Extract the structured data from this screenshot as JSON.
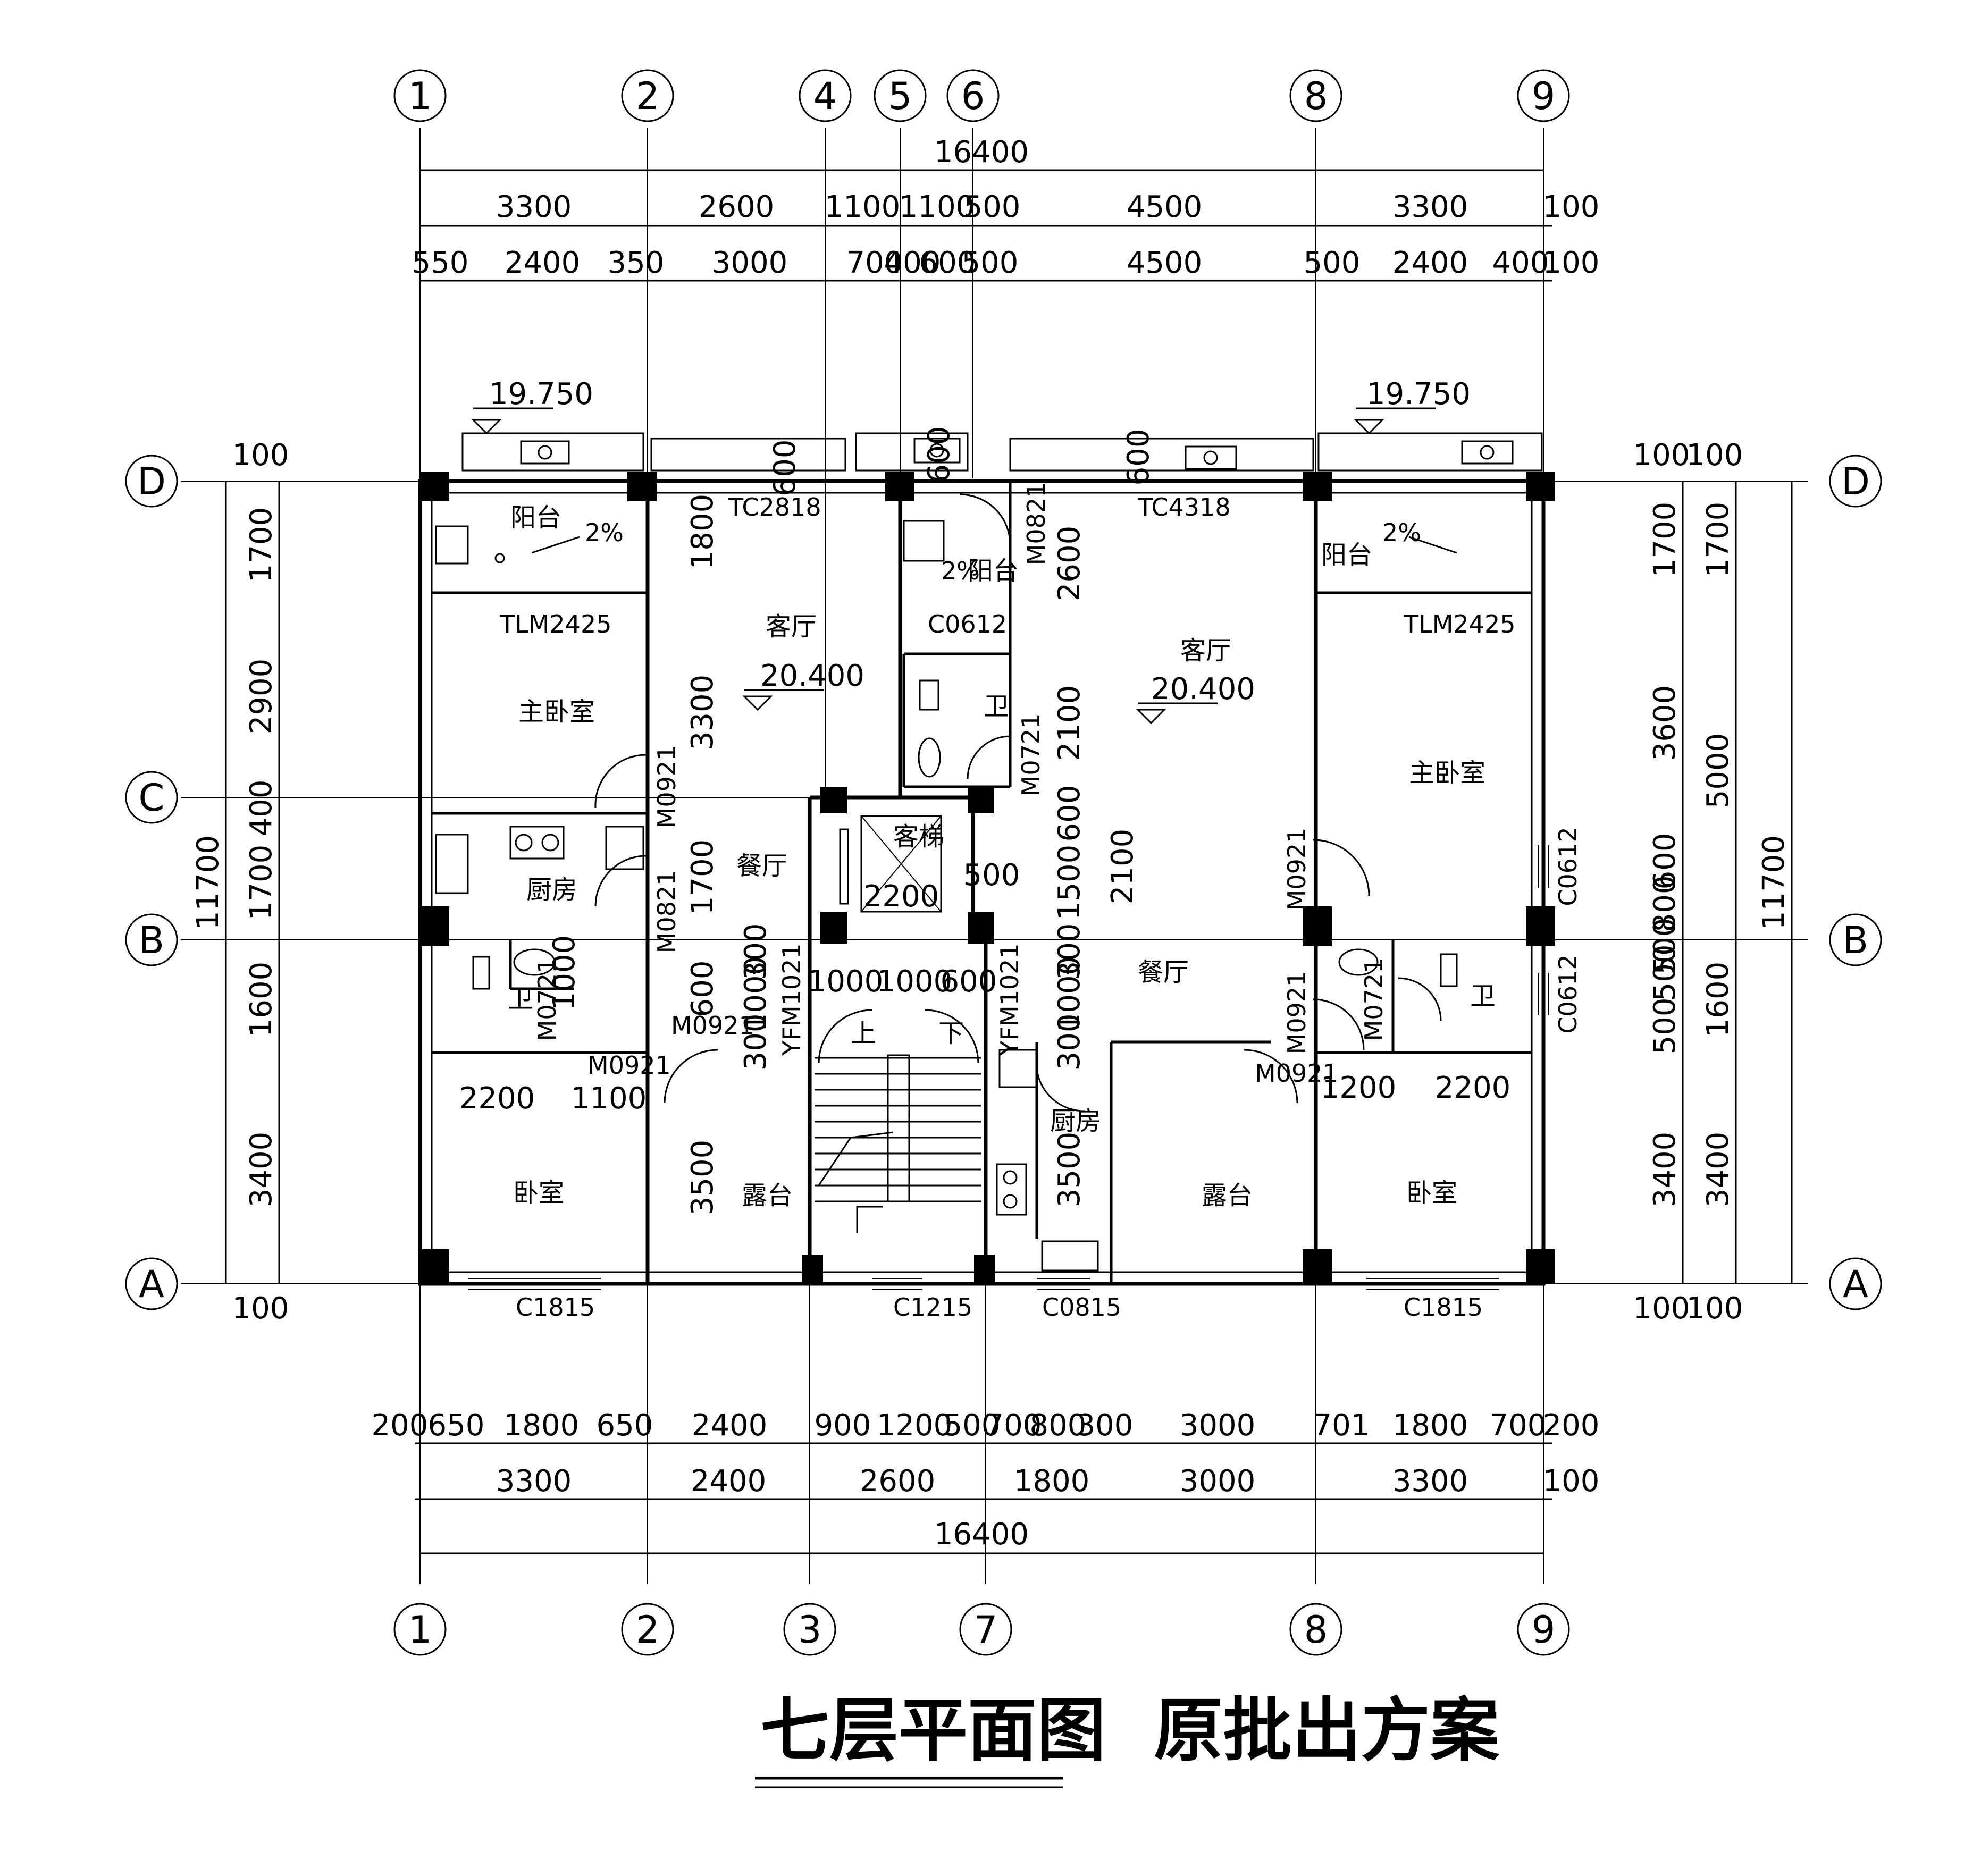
{
  "drawing": {
    "title": "七层平面图",
    "subtitle": "原批出方案"
  },
  "axes": {
    "top": [
      "1",
      "2",
      "4",
      "5",
      "6",
      "8",
      "9"
    ],
    "bottom": [
      "1",
      "2",
      "3",
      "7",
      "8",
      "9"
    ],
    "left": [
      "D",
      "C",
      "B",
      "A"
    ],
    "right": [
      "D",
      "B",
      "A"
    ]
  },
  "dimensions": {
    "top_total": "16400",
    "top_row1": [
      "3300",
      "2600",
      "1100",
      "1100",
      "500",
      "4500",
      "3300",
      "100"
    ],
    "top_row2": [
      "550",
      "2400",
      "350",
      "3000",
      "700",
      "400",
      "600",
      "500",
      "4500",
      "500",
      "2400",
      "400",
      "100"
    ],
    "bottom_row1": [
      "200",
      "650",
      "1800",
      "650",
      "2400",
      "900",
      "1200",
      "500",
      "700",
      "800",
      "300",
      "3000",
      "701",
      "1800",
      "700",
      "200"
    ],
    "bottom_row2": [
      "3300",
      "2400",
      "2600",
      "1800",
      "3000",
      "3300",
      "100"
    ],
    "bottom_total": "16400",
    "left_outer": "11700",
    "left_inner": [
      "100",
      "1700",
      "2900",
      "400",
      "1700",
      "1600",
      "3400",
      "100"
    ],
    "right_outer": "11700",
    "right_inner": [
      "100",
      "100",
      "1700",
      "1700",
      "3600",
      "5000",
      "600",
      "800",
      "500",
      "500",
      "1600",
      "500",
      "3400",
      "3400",
      "100",
      "100"
    ],
    "interior": [
      "1800",
      "3300",
      "1700",
      "600",
      "300",
      "1000",
      "300",
      "3500",
      "2600",
      "2100",
      "600",
      "1500",
      "300",
      "1000",
      "300",
      "3500",
      "2100",
      "600",
      "600",
      "600",
      "1000",
      "1000",
      "600",
      "2200",
      "500",
      "2200",
      "1100",
      "1200",
      "2200",
      "1000"
    ]
  },
  "levels": [
    "19.750",
    "19.750",
    "20.400",
    "20.400"
  ],
  "slopes": [
    "2%",
    "2%",
    "2%"
  ],
  "openings": [
    "TC2818",
    "TC4318",
    "TLM2425",
    "TLM2425",
    "C0612",
    "C0612",
    "C0612",
    "M0921",
    "M0921",
    "M0921",
    "M0921",
    "M0921",
    "M0921",
    "M0821",
    "M0821",
    "M0721",
    "M0721",
    "M0721",
    "YFM1021",
    "YFM1021",
    "C1815",
    "C1215",
    "C0815",
    "C1815"
  ],
  "rooms": {
    "balcony": "阳台",
    "living": "客厅",
    "master_bedroom": "主卧室",
    "kitchen": "厨房",
    "dining": "餐厅",
    "bath": "卫",
    "bedroom": "卧室",
    "terrace": "露台",
    "elevator": "客梯",
    "up": "上",
    "down": "下"
  }
}
